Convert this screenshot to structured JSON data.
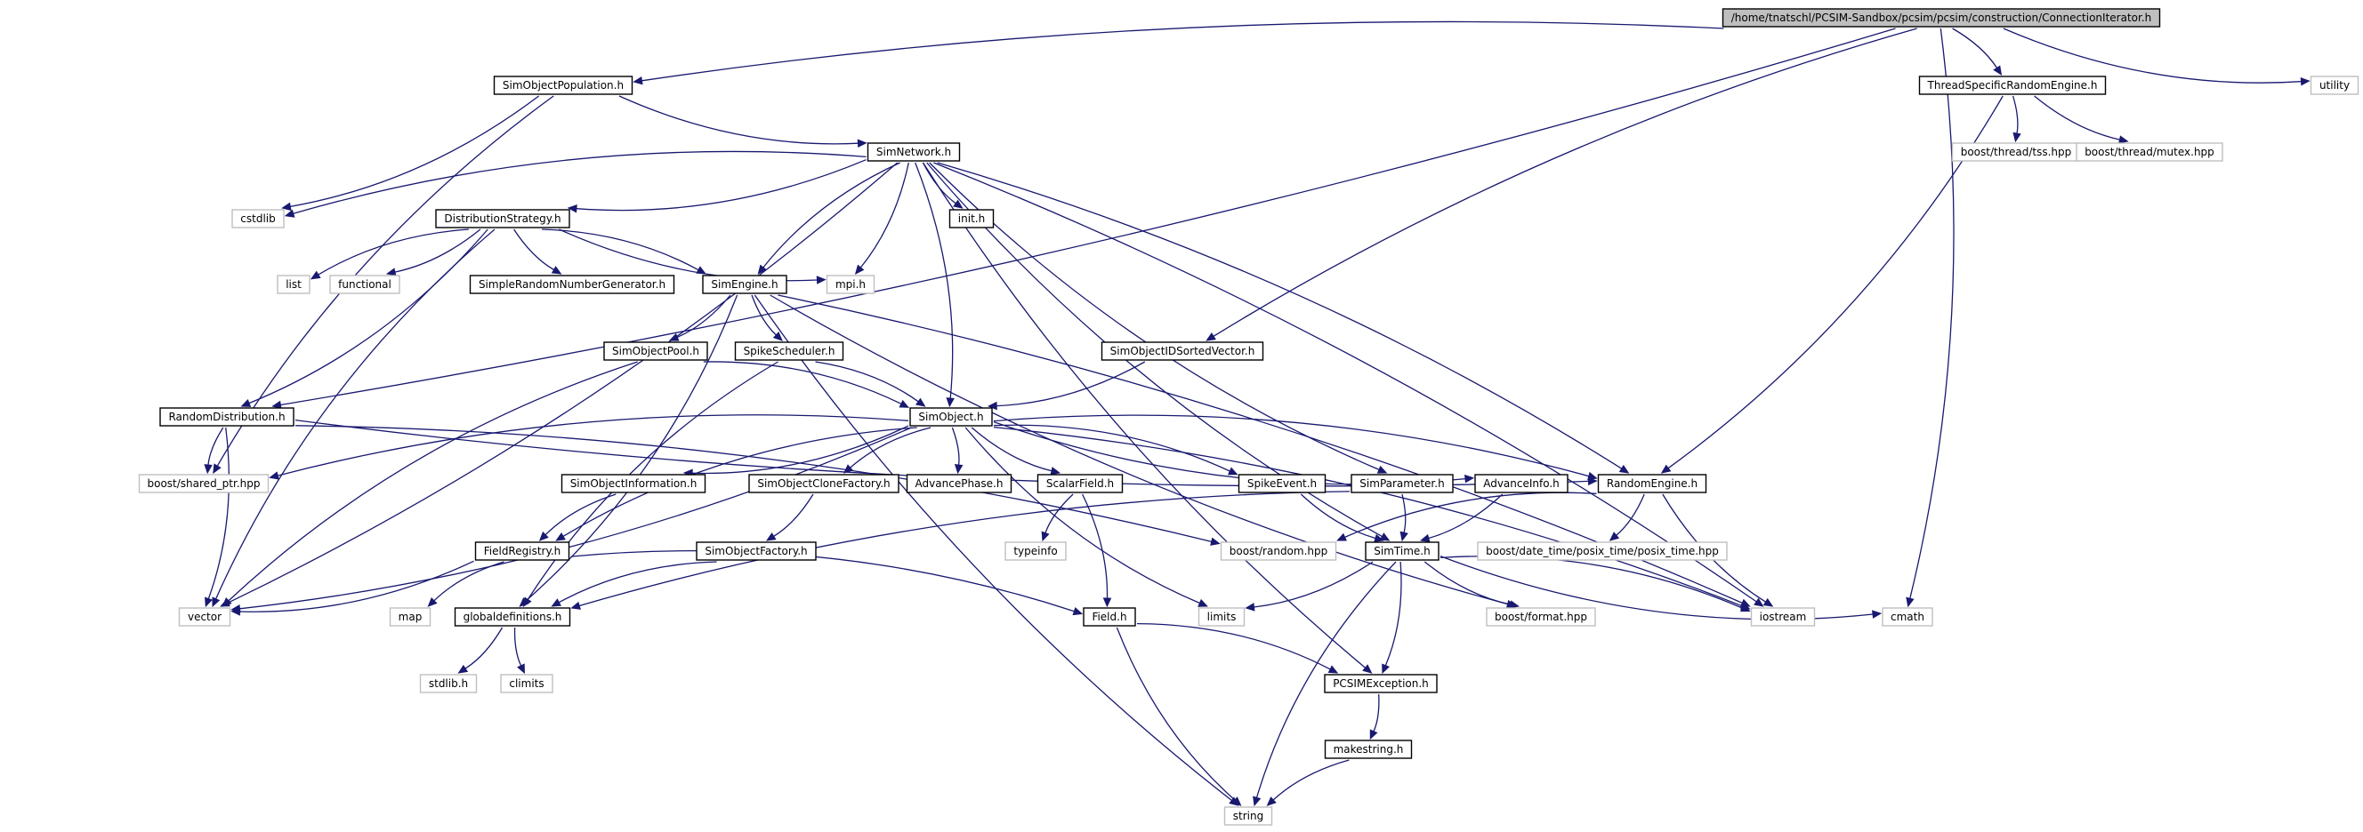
{
  "root": "/home/tnatschl/PCSIM-Sandbox/pcsim/pcsim/construction/ConnectionIterator.h",
  "nodes": [
    {
      "id": "root",
      "label": "/home/tnatschl/PCSIM-Sandbox/pcsim/pcsim/construction/ConnectionIterator.h",
      "kind": "root"
    },
    {
      "id": "sim_obj_pop",
      "label": "SimObjectPopulation.h",
      "kind": "project"
    },
    {
      "id": "thread_rand",
      "label": "ThreadSpecificRandomEngine.h",
      "kind": "project"
    },
    {
      "id": "utility",
      "label": "utility",
      "kind": "system"
    },
    {
      "id": "sim_network",
      "label": "SimNetwork.h",
      "kind": "project"
    },
    {
      "id": "tss",
      "label": "boost/thread/tss.hpp",
      "kind": "system"
    },
    {
      "id": "mutex",
      "label": "boost/thread/mutex.hpp",
      "kind": "system"
    },
    {
      "id": "cstdlib",
      "label": "cstdlib",
      "kind": "system"
    },
    {
      "id": "dist_strat",
      "label": "DistributionStrategy.h",
      "kind": "project"
    },
    {
      "id": "init",
      "label": "init.h",
      "kind": "project"
    },
    {
      "id": "list",
      "label": "list",
      "kind": "system"
    },
    {
      "id": "functional",
      "label": "functional",
      "kind": "system"
    },
    {
      "id": "simple_rng",
      "label": "SimpleRandomNumberGenerator.h",
      "kind": "project"
    },
    {
      "id": "sim_engine",
      "label": "SimEngine.h",
      "kind": "project"
    },
    {
      "id": "mpi",
      "label": "mpi.h",
      "kind": "system"
    },
    {
      "id": "sim_obj_pool",
      "label": "SimObjectPool.h",
      "kind": "project"
    },
    {
      "id": "spike_sched",
      "label": "SpikeScheduler.h",
      "kind": "project"
    },
    {
      "id": "sim_obj_id_vec",
      "label": "SimObjectIDSortedVector.h",
      "kind": "project"
    },
    {
      "id": "rand_dist",
      "label": "RandomDistribution.h",
      "kind": "project"
    },
    {
      "id": "sim_object",
      "label": "SimObject.h",
      "kind": "project"
    },
    {
      "id": "shared_ptr",
      "label": "boost/shared_ptr.hpp",
      "kind": "system"
    },
    {
      "id": "sim_obj_info",
      "label": "SimObjectInformation.h",
      "kind": "project"
    },
    {
      "id": "sim_obj_clone",
      "label": "SimObjectCloneFactory.h",
      "kind": "project"
    },
    {
      "id": "adv_phase",
      "label": "AdvancePhase.h",
      "kind": "project"
    },
    {
      "id": "scalar_field",
      "label": "ScalarField.h",
      "kind": "project"
    },
    {
      "id": "spike_event",
      "label": "SpikeEvent.h",
      "kind": "project"
    },
    {
      "id": "sim_param",
      "label": "SimParameter.h",
      "kind": "project"
    },
    {
      "id": "adv_info",
      "label": "AdvanceInfo.h",
      "kind": "project"
    },
    {
      "id": "rand_engine",
      "label": "RandomEngine.h",
      "kind": "project"
    },
    {
      "id": "field_reg",
      "label": "FieldRegistry.h",
      "kind": "project"
    },
    {
      "id": "sim_obj_fact",
      "label": "SimObjectFactory.h",
      "kind": "project"
    },
    {
      "id": "typeinfo",
      "label": "typeinfo",
      "kind": "system"
    },
    {
      "id": "boost_random",
      "label": "boost/random.hpp",
      "kind": "system"
    },
    {
      "id": "sim_time",
      "label": "SimTime.h",
      "kind": "project"
    },
    {
      "id": "posix_time",
      "label": "boost/date_time/posix_time/posix_time.hpp",
      "kind": "system"
    },
    {
      "id": "vector",
      "label": "vector",
      "kind": "system"
    },
    {
      "id": "map",
      "label": "map",
      "kind": "system"
    },
    {
      "id": "global_defs",
      "label": "globaldefinitions.h",
      "kind": "project"
    },
    {
      "id": "field",
      "label": "Field.h",
      "kind": "project"
    },
    {
      "id": "limits",
      "label": "limits",
      "kind": "system"
    },
    {
      "id": "boost_format",
      "label": "boost/format.hpp",
      "kind": "system"
    },
    {
      "id": "iostream",
      "label": "iostream",
      "kind": "system"
    },
    {
      "id": "cmath",
      "label": "cmath",
      "kind": "system"
    },
    {
      "id": "stdlib",
      "label": "stdlib.h",
      "kind": "system"
    },
    {
      "id": "climits",
      "label": "climits",
      "kind": "system"
    },
    {
      "id": "pcsim_exc",
      "label": "PCSIMException.h",
      "kind": "project"
    },
    {
      "id": "makestring",
      "label": "makestring.h",
      "kind": "project"
    },
    {
      "id": "string",
      "label": "string",
      "kind": "system"
    }
  ],
  "edges": [
    [
      "root",
      "sim_obj_pop"
    ],
    [
      "root",
      "thread_rand"
    ],
    [
      "root",
      "utility"
    ],
    [
      "root",
      "rand_dist"
    ],
    [
      "root",
      "sim_obj_id_vec"
    ],
    [
      "root",
      "cmath"
    ],
    [
      "sim_obj_pop",
      "sim_network"
    ],
    [
      "sim_obj_pop",
      "cstdlib"
    ],
    [
      "sim_obj_pop",
      "shared_ptr"
    ],
    [
      "thread_rand",
      "tss"
    ],
    [
      "thread_rand",
      "mutex"
    ],
    [
      "thread_rand",
      "rand_engine"
    ],
    [
      "sim_network",
      "cstdlib"
    ],
    [
      "sim_network",
      "dist_strat"
    ],
    [
      "sim_network",
      "init"
    ],
    [
      "sim_network",
      "mpi"
    ],
    [
      "sim_network",
      "sim_engine"
    ],
    [
      "sim_network",
      "sim_object"
    ],
    [
      "sim_network",
      "sim_param"
    ],
    [
      "sim_network",
      "rand_engine"
    ],
    [
      "sim_network",
      "sim_time"
    ],
    [
      "sim_network",
      "iostream"
    ],
    [
      "sim_network",
      "pcsim_exc"
    ],
    [
      "sim_network",
      "vector"
    ],
    [
      "dist_strat",
      "list"
    ],
    [
      "dist_strat",
      "functional"
    ],
    [
      "dist_strat",
      "simple_rng"
    ],
    [
      "dist_strat",
      "sim_engine"
    ],
    [
      "dist_strat",
      "mpi"
    ],
    [
      "dist_strat",
      "rand_dist"
    ],
    [
      "dist_strat",
      "vector"
    ],
    [
      "sim_engine",
      "sim_obj_pool"
    ],
    [
      "sim_engine",
      "spike_sched"
    ],
    [
      "sim_engine",
      "global_defs"
    ],
    [
      "sim_engine",
      "string"
    ],
    [
      "sim_engine",
      "iostream"
    ],
    [
      "sim_engine",
      "boost_format"
    ],
    [
      "sim_obj_pool",
      "sim_object"
    ],
    [
      "sim_obj_pool",
      "vector"
    ],
    [
      "spike_sched",
      "sim_object"
    ],
    [
      "spike_sched",
      "global_defs"
    ],
    [
      "sim_obj_id_vec",
      "sim_object"
    ],
    [
      "rand_dist",
      "shared_ptr"
    ],
    [
      "rand_dist",
      "vector"
    ],
    [
      "rand_dist",
      "rand_engine"
    ],
    [
      "rand_dist",
      "boost_random"
    ],
    [
      "sim_object",
      "shared_ptr"
    ],
    [
      "sim_object",
      "sim_obj_info"
    ],
    [
      "sim_object",
      "sim_obj_clone"
    ],
    [
      "sim_object",
      "adv_phase"
    ],
    [
      "sim_object",
      "scalar_field"
    ],
    [
      "sim_object",
      "spike_event"
    ],
    [
      "sim_object",
      "adv_info"
    ],
    [
      "sim_object",
      "rand_engine"
    ],
    [
      "sim_object",
      "field_reg"
    ],
    [
      "sim_object",
      "vector"
    ],
    [
      "sim_object",
      "limits"
    ],
    [
      "sim_object",
      "iostream"
    ],
    [
      "sim_obj_info",
      "field_reg"
    ],
    [
      "sim_obj_clone",
      "sim_obj_fact"
    ],
    [
      "scalar_field",
      "typeinfo"
    ],
    [
      "scalar_field",
      "field"
    ],
    [
      "spike_event",
      "sim_time"
    ],
    [
      "sim_param",
      "sim_time"
    ],
    [
      "sim_param",
      "global_defs"
    ],
    [
      "adv_info",
      "sim_time"
    ],
    [
      "rand_engine",
      "boost_random"
    ],
    [
      "rand_engine",
      "posix_time"
    ],
    [
      "rand_engine",
      "iostream"
    ],
    [
      "field_reg",
      "vector"
    ],
    [
      "field_reg",
      "map"
    ],
    [
      "field_reg",
      "field"
    ],
    [
      "sim_obj_fact",
      "global_defs"
    ],
    [
      "sim_time",
      "limits"
    ],
    [
      "sim_time",
      "boost_format"
    ],
    [
      "sim_time",
      "iostream"
    ],
    [
      "sim_time",
      "cmath"
    ],
    [
      "sim_time",
      "pcsim_exc"
    ],
    [
      "sim_time",
      "string"
    ],
    [
      "global_defs",
      "stdlib"
    ],
    [
      "global_defs",
      "climits"
    ],
    [
      "field",
      "pcsim_exc"
    ],
    [
      "field",
      "string"
    ],
    [
      "pcsim_exc",
      "makestring"
    ],
    [
      "makestring",
      "string"
    ]
  ]
}
